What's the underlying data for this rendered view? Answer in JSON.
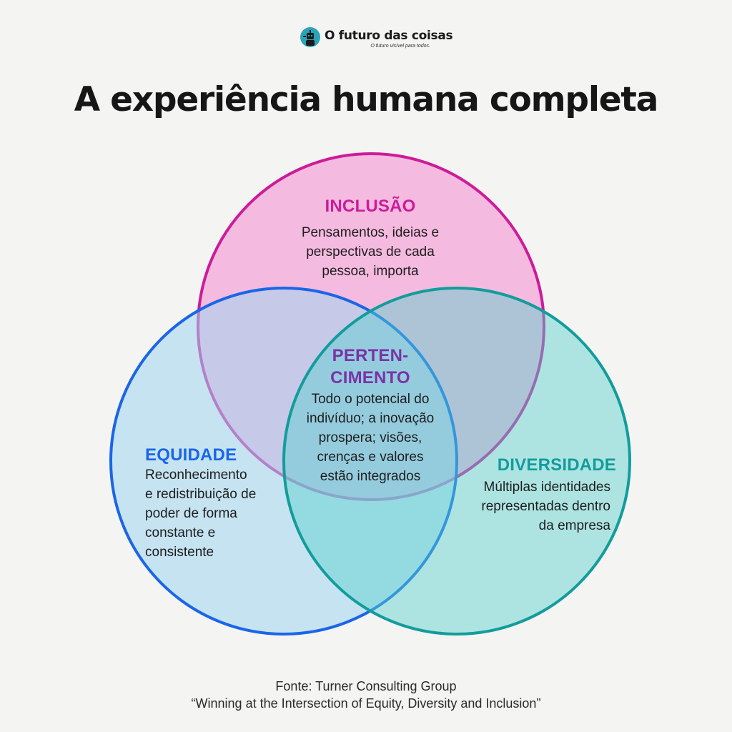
{
  "brand": {
    "name": "O futuro das coisas",
    "tagline": "O futuro visível para todos.",
    "icon": "robot-logo-icon"
  },
  "title": "A experiência humana completa",
  "colors": {
    "inclusao": "#cc1c9a",
    "equidade": "#1a66e6",
    "diversidade": "#139c9c",
    "pertencimento": "#7a32a8"
  },
  "sets": {
    "inclusao": {
      "label": "INCLUSÃO",
      "lines": [
        "Pensamentos, ideias e",
        "perspectivas de cada",
        "pessoa, importa"
      ]
    },
    "equidade": {
      "label": "EQUIDADE",
      "lines": [
        "Reconhecimento",
        "e redistribuição de",
        "poder de forma",
        "constante e",
        "consistente"
      ]
    },
    "diversidade": {
      "label": "DIVERSIDADE",
      "lines": [
        "Múltiplas identidades",
        "representadas dentro",
        "da empresa"
      ]
    },
    "pertencimento": {
      "label_lines": [
        "PERTEN-",
        "CIMENTO"
      ],
      "lines": [
        "Todo o potencial do",
        "indivíduo; a inovação",
        "prospera; visões,",
        "crenças e valores",
        "estão integrados"
      ]
    }
  },
  "source": {
    "line1": "Fonte: Turner Consulting Group",
    "line2": "“Winning at the Intersection of Equity, Diversity and Inclusion”"
  }
}
